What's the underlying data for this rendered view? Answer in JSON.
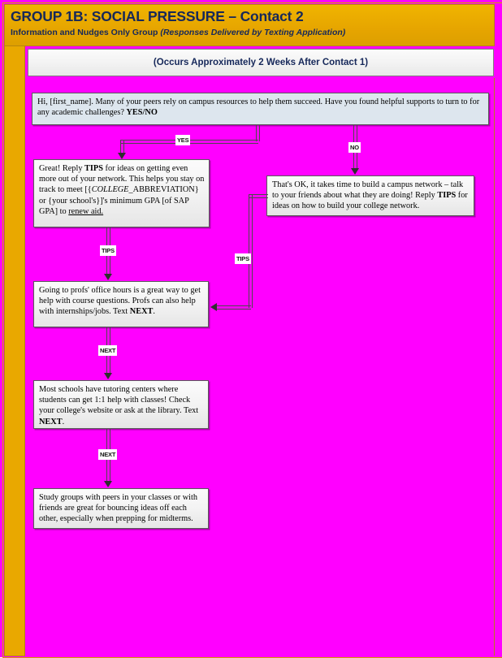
{
  "header": {
    "title": "GROUP 1B: SOCIAL PRESSURE – Contact 2",
    "subtitle_plain": "Information and Nudges Only Group ",
    "subtitle_italic": "(Responses Delivered by Texting Application)"
  },
  "subtitle_bar": {
    "text": "(Occurs Approximately 2 Weeks After Contact 1)"
  },
  "colors": {
    "canvas_background": "#FF00FF",
    "header_gold": "#E6A500",
    "header_text": "#16285A",
    "node_blue": "#DDE6EE",
    "node_grey": "#F3F3F3",
    "connector": "#4A4A4A"
  },
  "nodes": [
    {
      "id": "intro",
      "name": "intro-message-node",
      "text": "Hi, [first_name]. Many of your peers rely on campus resources to help them succeed. Have you found helpful supports to turn to for any academic challenges? YES/NO",
      "bold_runs": [
        "YES/NO"
      ],
      "style": "blue"
    },
    {
      "id": "yes-tips",
      "name": "yes-branch-tips-node",
      "text": "Great! Reply TIPS for ideas on getting even more out of your network. This helps you stay on track to meet [{COLLEGE_ABBREVIATION} or {your school's}]'s minimum GPA [of SAP GPA] to renew aid.",
      "bold_runs": [
        "TIPS"
      ],
      "italic_runs": [
        "COLLEGE"
      ],
      "underline_runs": [
        "renew aid."
      ],
      "style": "grey"
    },
    {
      "id": "no-network",
      "name": "no-branch-network-node",
      "text": "That's OK, it takes time to build a campus network – talk to your friends about what they are doing! Reply TIPS for ideas on how to build your college network.",
      "bold_runs": [
        "TIPS"
      ],
      "style": "grey"
    },
    {
      "id": "office",
      "name": "office-hours-node",
      "text": "Going to profs' office hours is a great way to get help with course questions. Profs can also help with internships/jobs. Text NEXT.",
      "bold_runs": [
        "NEXT"
      ],
      "style": "grey"
    },
    {
      "id": "tutoring",
      "name": "tutoring-centers-node",
      "text": "Most schools have tutoring centers where students can get 1:1 help with classes! Check your college's website or ask at the library. Text NEXT.",
      "bold_runs": [
        "NEXT"
      ],
      "style": "grey"
    },
    {
      "id": "study",
      "name": "study-groups-node",
      "text": "Study groups with peers in your classes or with friends are great for bouncing ideas off each other, especially when prepping for midterms.",
      "bold_runs": [],
      "style": "grey"
    }
  ],
  "edges": [
    {
      "id": "e-yes",
      "label": "YES",
      "from": "intro",
      "to": "yes-tips"
    },
    {
      "id": "e-no",
      "label": "NO",
      "from": "intro",
      "to": "no-network"
    },
    {
      "id": "e-tips-1",
      "label": "TIPS",
      "from": "yes-tips",
      "to": "office"
    },
    {
      "id": "e-tips-2",
      "label": "TIPS",
      "from": "no-network",
      "to": "office"
    },
    {
      "id": "e-next-1",
      "label": "NEXT",
      "from": "office",
      "to": "tutoring"
    },
    {
      "id": "e-next-2",
      "label": "NEXT",
      "from": "tutoring",
      "to": "study"
    }
  ],
  "node_text": {
    "intro_a": "Hi, [first_name]. Many of your peers rely on campus resources to help them succeed. Have you found helpful supports to turn to for any academic challenges? ",
    "intro_b": "YES/NO",
    "yes_a": "Great! Reply ",
    "yes_b": "TIPS",
    "yes_c": " for ideas on getting even more out of your network. This helps you stay on track to meet [{",
    "yes_d": "COLLEGE",
    "yes_e": "_ABBREVIATION} or {your school's}]'s minimum GPA [of SAP GPA] to ",
    "yes_f": "renew aid.",
    "no_a": "That's OK, it takes time to build a campus network – talk to your friends about what they are doing! Reply ",
    "no_b": "TIPS",
    "no_c": " for ideas on how to build your college network.",
    "office_a": "Going to profs' office hours is a great way to get help with course questions. Profs can also help with internships/jobs. Text ",
    "office_b": "NEXT",
    "office_c": ".",
    "tutoring_a": "Most schools have tutoring centers where students can get 1:1 help with classes! Check your college's website or ask at the library. Text ",
    "tutoring_b": "NEXT",
    "tutoring_c": ".",
    "study_a": "Study groups with peers in your classes or with friends are great for bouncing ideas off each other, especially when prepping for midterms."
  },
  "edge_labels": {
    "yes": "YES",
    "no": "NO",
    "tips_left": "TIPS",
    "tips_right": "TIPS",
    "next_1": "NEXT",
    "next_2": "NEXT"
  }
}
